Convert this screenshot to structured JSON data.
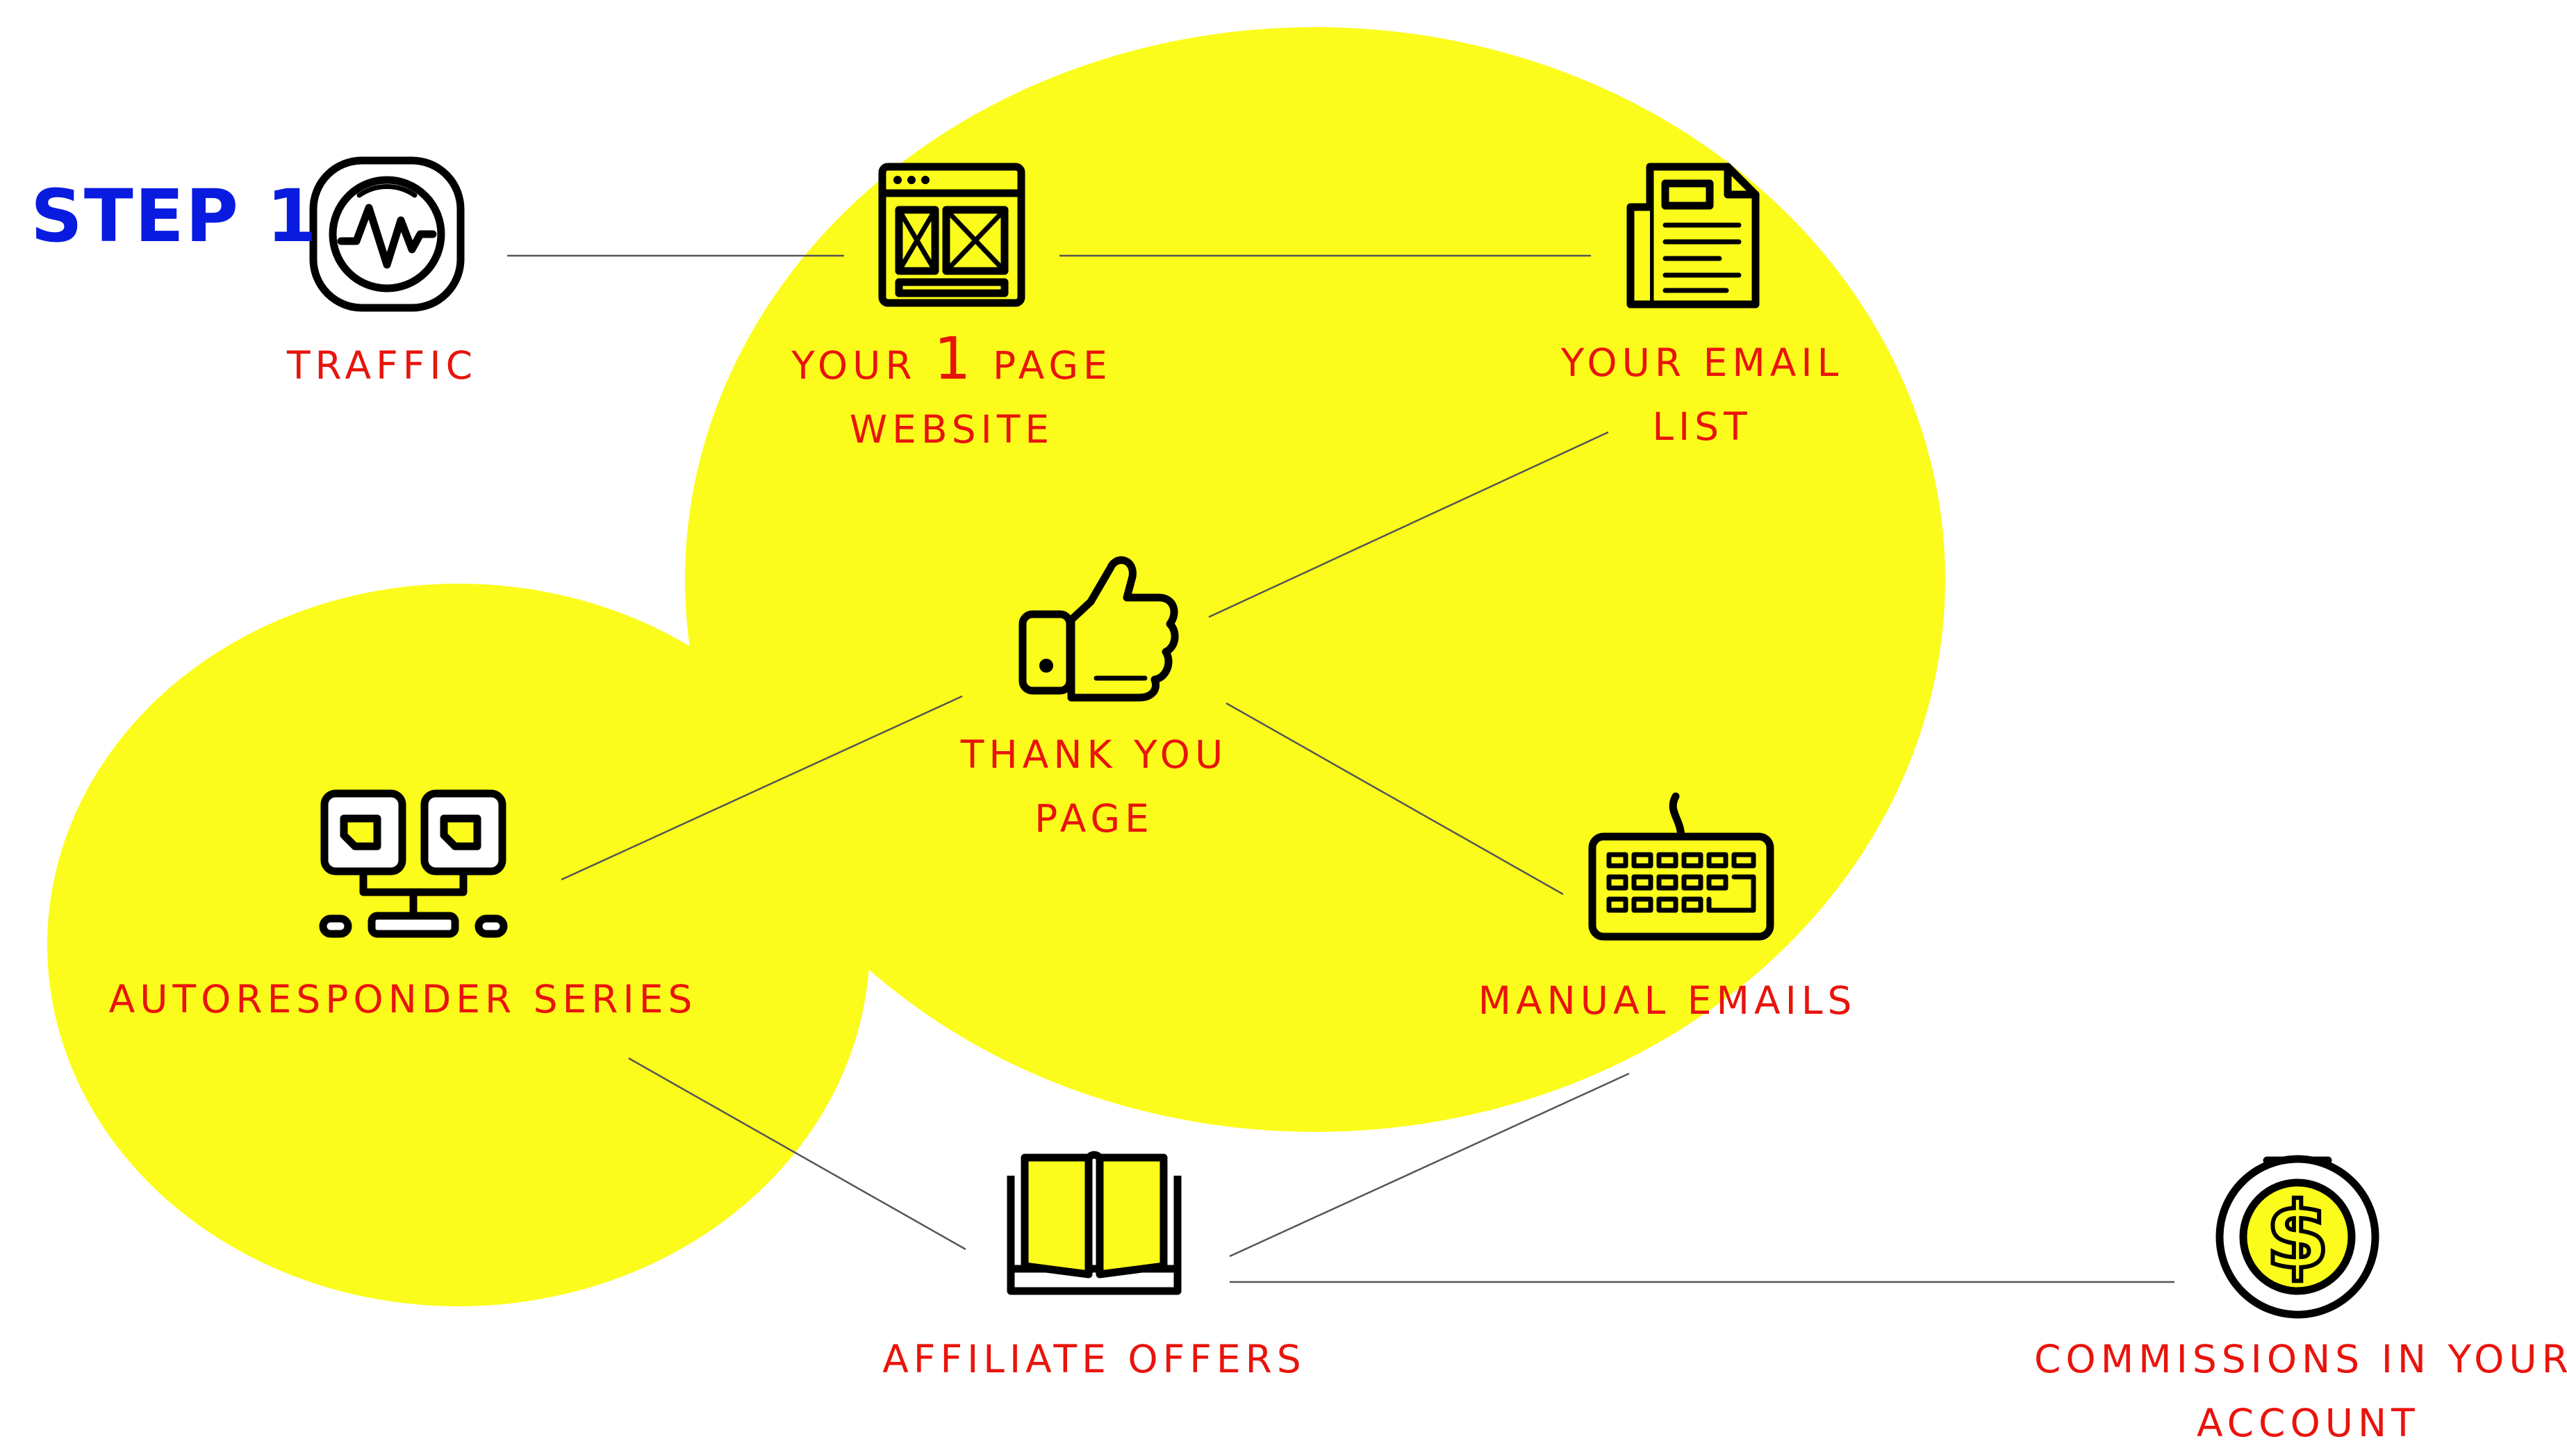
{
  "step": {
    "label": "STEP 1",
    "color": "#0a1be0"
  },
  "colors": {
    "label_text": "#e8140c",
    "highlight": "#fcfc1c",
    "connector": "#555555",
    "icon": "#000000"
  },
  "nodes": {
    "traffic": {
      "label": "TRAFFIC",
      "icon": "traffic-gauge-icon"
    },
    "website": {
      "label_pre": "YOUR",
      "label_num": "1",
      "label_post": "PAGE",
      "label_line2": "WEBSITE",
      "icon": "browser-wireframe-icon"
    },
    "email_list": {
      "label_line1": "YOUR EMAIL",
      "label_line2": "LIST",
      "icon": "newspaper-document-icon"
    },
    "thank_you": {
      "label_line1": "THANK YOU",
      "label_line2": "PAGE",
      "icon": "thumbs-up-icon"
    },
    "autoresponder": {
      "label": "AUTORESPONDER SERIES",
      "icon": "robot-computers-icon"
    },
    "manual_emails": {
      "label": "MANUAL EMAILS",
      "icon": "keyboard-icon"
    },
    "affiliate": {
      "label": "AFFILIATE OFFERS",
      "icon": "open-book-icon"
    },
    "commissions": {
      "label_line1": "COMMISSIONS IN YOUR",
      "label_line2": "ACCOUNT",
      "icon": "money-bag-icon"
    }
  }
}
